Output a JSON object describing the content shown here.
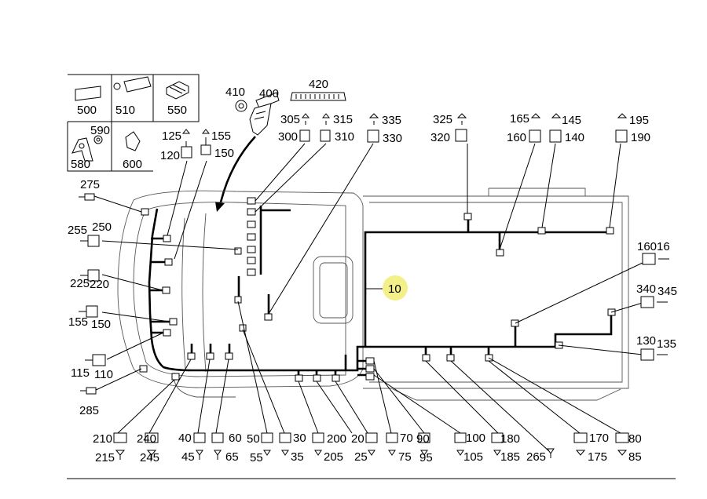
{
  "diagram": {
    "highlight_color": "#f3f08a",
    "highlight_label": "10",
    "legend_cells": [
      "500",
      "510",
      "550",
      "580",
      "590",
      "600"
    ],
    "top_parts": [
      "410",
      "400",
      "420"
    ],
    "callouts": [
      "305",
      "315",
      "300",
      "310",
      "335",
      "330",
      "325",
      "320",
      "165",
      "145",
      "160",
      "140",
      "195",
      "190",
      "125",
      "155",
      "120",
      "150",
      "275",
      "255",
      "250",
      "225",
      "220",
      "155",
      "150",
      "115",
      "110",
      "285",
      "16016",
      "340",
      "345",
      "130",
      "135",
      "210",
      "240",
      "40",
      "60",
      "50",
      "30",
      "200",
      "20",
      "70",
      "90",
      "100",
      "180",
      "170",
      "80",
      "215",
      "245",
      "45",
      "65",
      "55",
      "35",
      "205",
      "25",
      "75",
      "95",
      "105",
      "185",
      "265",
      "175",
      "85"
    ]
  }
}
